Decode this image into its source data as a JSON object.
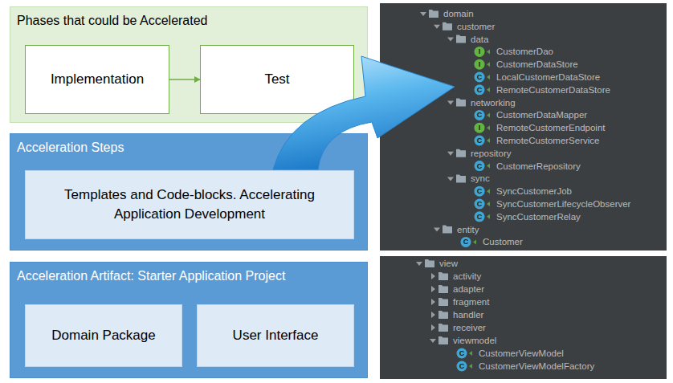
{
  "diagram": {
    "nodes": [
      {
        "text": [
          "Phases that could be Accelerated"
        ]
      },
      {
        "text": [
          "Implementation"
        ],
        "in": 0
      },
      {
        "text": [
          "Test"
        ],
        "in": 0
      },
      {
        "text": [
          "Acceleration Steps"
        ]
      },
      {
        "text": [
          "Templates and Code-blocks. Accelerating Application Development"
        ],
        "in": 3
      },
      {
        "text": [
          "Acceleration Artifact: Starter Application Project"
        ]
      },
      {
        "text": [
          "Domain Package"
        ],
        "in": 5
      },
      {
        "text": [
          "User Interface"
        ],
        "in": 5
      }
    ],
    "edges": [
      {
        "from": 1,
        "to": 2,
        "arrow": "to"
      }
    ],
    "labels": [
      "domain",
      "customer",
      "data",
      "I",
      "CustomerDao",
      "I",
      "CustomerDataStore",
      "C",
      "LocalCustomerDataStore",
      "C",
      "RemoteCustomerDataStore",
      "networking",
      "C",
      "CustomerDataMapper",
      "I",
      "RemoteCustomerEndpoint",
      "C",
      "RemoteCustomerService",
      "repository",
      "C",
      "CustomerRepository",
      "sync",
      "C",
      "SyncCustomerJob",
      "C",
      "SyncCustomerLifecycleObserver",
      "C",
      "SyncCustomerRelay",
      "entity",
      "C",
      "Customer",
      "view",
      "activity",
      "adapter",
      "fragment",
      "handler",
      "receiver",
      "viewmodel",
      "C",
      "CustomerViewModel",
      "C",
      "CustomerViewModelFactory"
    ]
  }
}
